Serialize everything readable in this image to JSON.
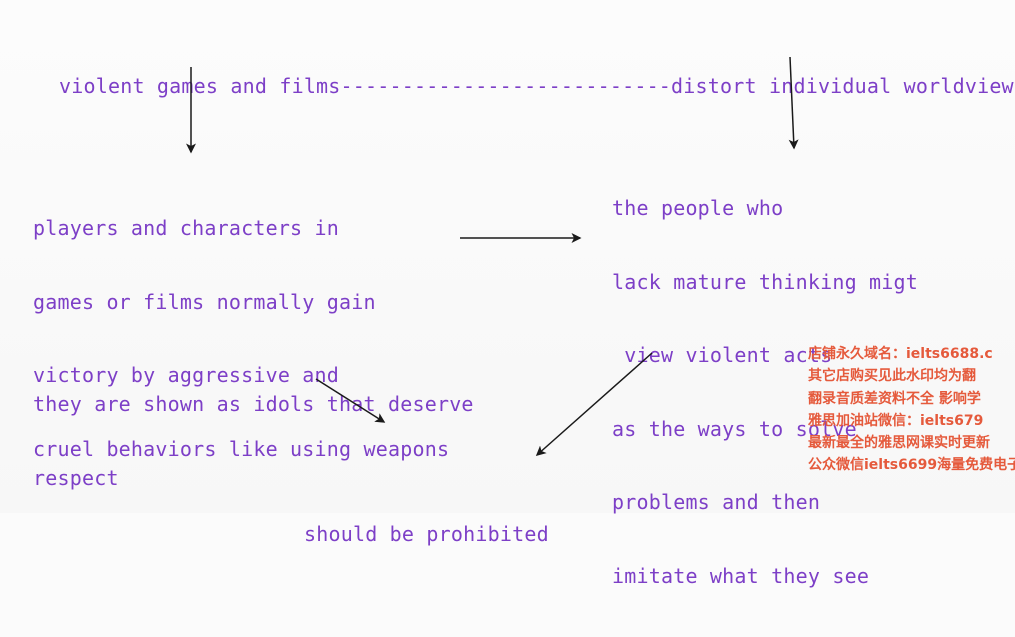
{
  "nodes": {
    "top_left": [
      "violent games and films---------------------------distort individual worldview"
    ],
    "left_middle": [
      "players and characters in",
      "games or films normally gain",
      "victory by aggressive and",
      "cruel behaviors like using weapons"
    ],
    "right_middle": [
      "the people who",
      "lack mature thinking migt",
      " view violent acts",
      "as the ways to solve",
      "problems and then",
      "imitate what they see"
    ],
    "bottom_left": [
      "they are shown as idols that deserve",
      "respect"
    ],
    "conclusion": [
      "should be prohibited"
    ]
  },
  "watermark": [
    "店铺永久域名：ielts6688.c",
    "其它店购买见此水印均为翻",
    "翻录音质差资料不全 影响学",
    " 雅思加油站微信：ielts679",
    "  最新最全的雅思网课实时更新",
    "公众微信ielts6699海量免费电子"
  ],
  "colors": {
    "text": "#7d3fc7",
    "arrow": "#1a1a1a",
    "watermark": "#e55a3c",
    "background": "#fbfbfb"
  }
}
